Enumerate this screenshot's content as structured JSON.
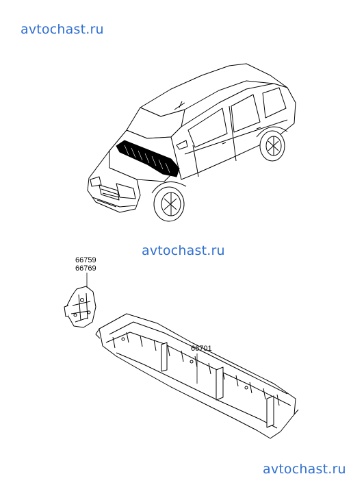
{
  "watermarks": {
    "top": "avtochast.ru",
    "middle": "avtochast.ru",
    "bottom": "avtochast.ru"
  },
  "parts": {
    "side_bracket_labels": [
      "66759",
      "66769"
    ],
    "cowl_panel_label": "66701"
  },
  "colors": {
    "watermark": "#2f6fd1",
    "line": "#000000",
    "highlight": "#000000"
  }
}
